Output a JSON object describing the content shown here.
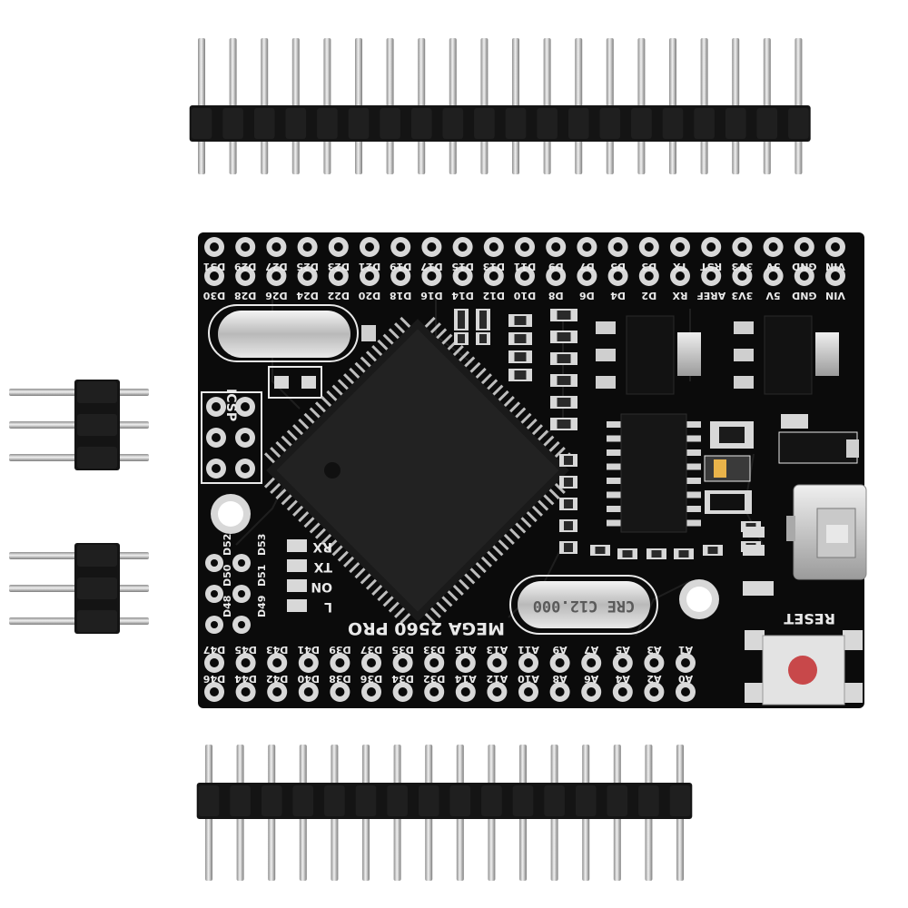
{
  "board": {
    "model_label": "MEGA 2560 PRO",
    "crystal_label": "CRE C12.000",
    "reset_label": "RESET",
    "icsp_label": "ICSP",
    "led_labels": [
      "RX",
      "TX",
      "ON",
      "L"
    ],
    "top_row_outer": [
      "D31",
      "D29",
      "D27",
      "D25",
      "D23",
      "D21",
      "D19",
      "D17",
      "D15",
      "D13",
      "D11",
      "D9",
      "D7",
      "D5",
      "D3",
      "TX",
      "RST",
      "3V3",
      "5V",
      "GND",
      "VIN"
    ],
    "top_row_inner": [
      "D30",
      "D28",
      "D26",
      "D24",
      "D22",
      "D20",
      "D18",
      "D16",
      "D14",
      "D12",
      "D10",
      "D8",
      "D6",
      "D4",
      "D2",
      "RX",
      "AREF",
      "3V3",
      "5V",
      "GND",
      "VIN"
    ],
    "bottom_row_inner": [
      "D47",
      "D45",
      "D43",
      "D41",
      "D39",
      "D37",
      "D35",
      "D33",
      "A15",
      "A13",
      "A11",
      "A9",
      "A7",
      "A5",
      "A3",
      "A1"
    ],
    "bottom_row_outer": [
      "D46",
      "D44",
      "D42",
      "D40",
      "D38",
      "D36",
      "D34",
      "D32",
      "A14",
      "A12",
      "A10",
      "A8",
      "A6",
      "A4",
      "A2",
      "A0"
    ],
    "side_labels": [
      "D53",
      "D52",
      "D51",
      "D50",
      "D49",
      "D48"
    ]
  },
  "colors": {
    "pcb": "#0b0b0b",
    "silkscreen": "#e9e9e9",
    "pad_gold": "#d8d8d8",
    "header_plastic": "#141414",
    "pin_metal": "#c9c9c9",
    "reset_button": "#c8484a"
  },
  "headers": {
    "top_pin_count": 20,
    "bottom_pin_count": 16,
    "side_pin_count": 3
  }
}
